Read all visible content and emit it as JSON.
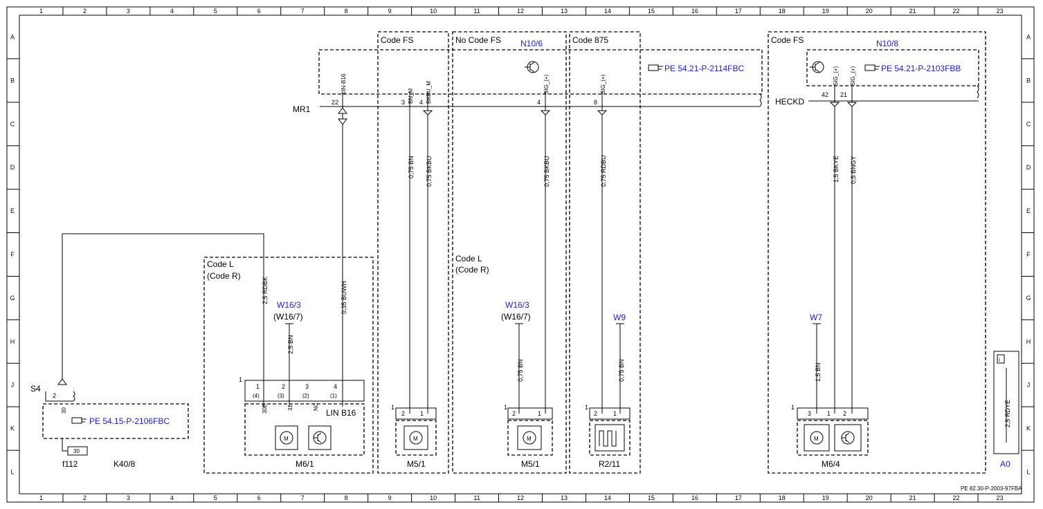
{
  "columns": [
    "1",
    "2",
    "3",
    "4",
    "5",
    "6",
    "7",
    "8",
    "9",
    "10",
    "11",
    "12",
    "13",
    "14",
    "15",
    "16",
    "17",
    "18",
    "19",
    "20",
    "21",
    "22",
    "23"
  ],
  "rows": [
    "A",
    "B",
    "C",
    "D",
    "E",
    "F",
    "G",
    "H",
    "J",
    "K",
    "L"
  ],
  "codes": {
    "fs_left": "Code FS",
    "no_fs": "No Code FS",
    "c875": "Code 875",
    "fs_right": "Code FS",
    "l_left_1": "Code L",
    "l_left_2": "(Code R)",
    "l_mid_1": "Code L",
    "l_mid_2": "(Code R)"
  },
  "refs": {
    "pe_2114": "PE 54.21-P-2114FBC",
    "pe_2103": "PE 54.21-P-2103FBB",
    "pe_2106": "PE 54.15-P-2106FBC",
    "doc_id": "PE 82.30-P-2003-97FBA"
  },
  "components": {
    "n10_6": "N10/6",
    "n10_8": "N10/8",
    "mr1": "MR1",
    "heckd": "HECKD",
    "s4": "S4",
    "f112": "f112",
    "k40_8": "K40/8",
    "fuse30": "30",
    "m6_1": "M6/1",
    "m5_1a": "M5/1",
    "m5_1b": "M5/1",
    "r2_11": "R2/11",
    "m6_4": "M6/4",
    "lin_b16": "LIN B16",
    "w16_3a": "W16/3",
    "w16_7a": "(W16/7)",
    "w16_3b": "W16/3",
    "w16_7b": "(W16/7)",
    "w9": "W9",
    "w7": "W7",
    "a0": "A0"
  },
  "wires": {
    "w_2_5rdbk": "2,5 RDBK",
    "w_0_35buwh": "0,35 BUWH",
    "w_0_75bn": "0,75 BN",
    "w_0_75bkbu_a": "0,75 BKBU",
    "w_0_75bkbu_b": "0,75 BKBU",
    "w_0_75rdbu": "0,75 RDBU",
    "w_1_5bkye": "1,5 BKYE",
    "w_0_5bngy": "0,5 BNGY",
    "w_2_5bn": "2,5 BN",
    "w_0_75bn_b": "0,75 BN",
    "w_0_75bn_c": "0,75 BN",
    "w_1_5bn": "1,5 BN",
    "w_2_5rdye": "2,5 RDYE"
  },
  "pins": {
    "lin_b16": "LIN-B16",
    "bn": "BN_M",
    "bkbu": "BKBU_M",
    "sig_plus": "SIG_(+)",
    "p22": "22",
    "p3": "3",
    "p4": "4",
    "p4b": "4",
    "p8": "8",
    "p42": "42",
    "p21": "21",
    "s4_2": "2",
    "s4_30": "30",
    "m61_1": "1",
    "m61_2": "2",
    "m61_3": "3",
    "m61_4": "4",
    "m61_1b": "(4)",
    "m61_2b": "(3)",
    "m61_3b": "(2)",
    "m61_4b": "(1)",
    "m61_30": "30E",
    "m61_31": "31",
    "m61_nc": "NC",
    "conn1": "1",
    "pin2": "2",
    "pin1": "1",
    "pin3": "3"
  },
  "icons": {
    "motor": "motor-icon",
    "transistor": "transistor-icon",
    "heater": "heating-element-icon",
    "hand_ref": "pointing-hand-icon",
    "info": "info-icon"
  }
}
